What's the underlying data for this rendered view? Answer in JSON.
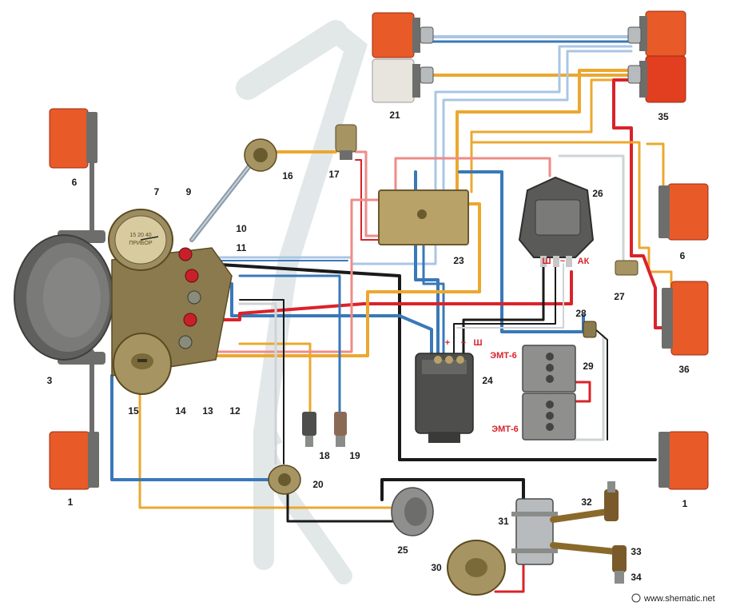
{
  "colors": {
    "wire_blue": "#3a78b8",
    "wire_lightblue": "#a9c6e4",
    "wire_yellow": "#eba830",
    "wire_red": "#d9232a",
    "wire_pink": "#ee8c88",
    "wire_black": "#1a1a1a",
    "wire_grey": "#cfd3d6",
    "lamp_red": "#e85a28",
    "lamp_white": "#e8e5de",
    "housing_grey": "#6d6e6c",
    "brass": "#b9a268",
    "frame_ghost": "#d9e1e2"
  },
  "labels": {
    "n1_left": "1",
    "n1_right": "1",
    "n3": "3",
    "n6_left": "6",
    "n6_right": "6",
    "n7": "7",
    "n9": "9",
    "n10": "10",
    "n11": "11",
    "n12": "12",
    "n13": "13",
    "n14": "14",
    "n15": "15",
    "n16": "16",
    "n17": "17",
    "n18": "18",
    "n19": "19",
    "n20": "20",
    "n21": "21",
    "n23": "23",
    "n24": "24",
    "n25": "25",
    "n26": "26",
    "n27": "27",
    "n28": "28",
    "n29": "29",
    "n30": "30",
    "n31": "31",
    "n32": "32",
    "n33": "33",
    "n34": "34",
    "n35": "35",
    "n36": "36"
  },
  "terminal_labels": {
    "gen_plus": "+",
    "gen_tilde": "~",
    "gen_sh": "Ш",
    "reg_sh": "Ш",
    "reg_tilde": "~",
    "reg_ak": "АК"
  },
  "relay_labels": {
    "upper": "ЭМТ-6",
    "lower": "ЭМТ-6"
  },
  "gauge_text": {
    "scale": "15 20 40",
    "brand": "ПРИБОР"
  },
  "watermark": "www.shematic.net"
}
